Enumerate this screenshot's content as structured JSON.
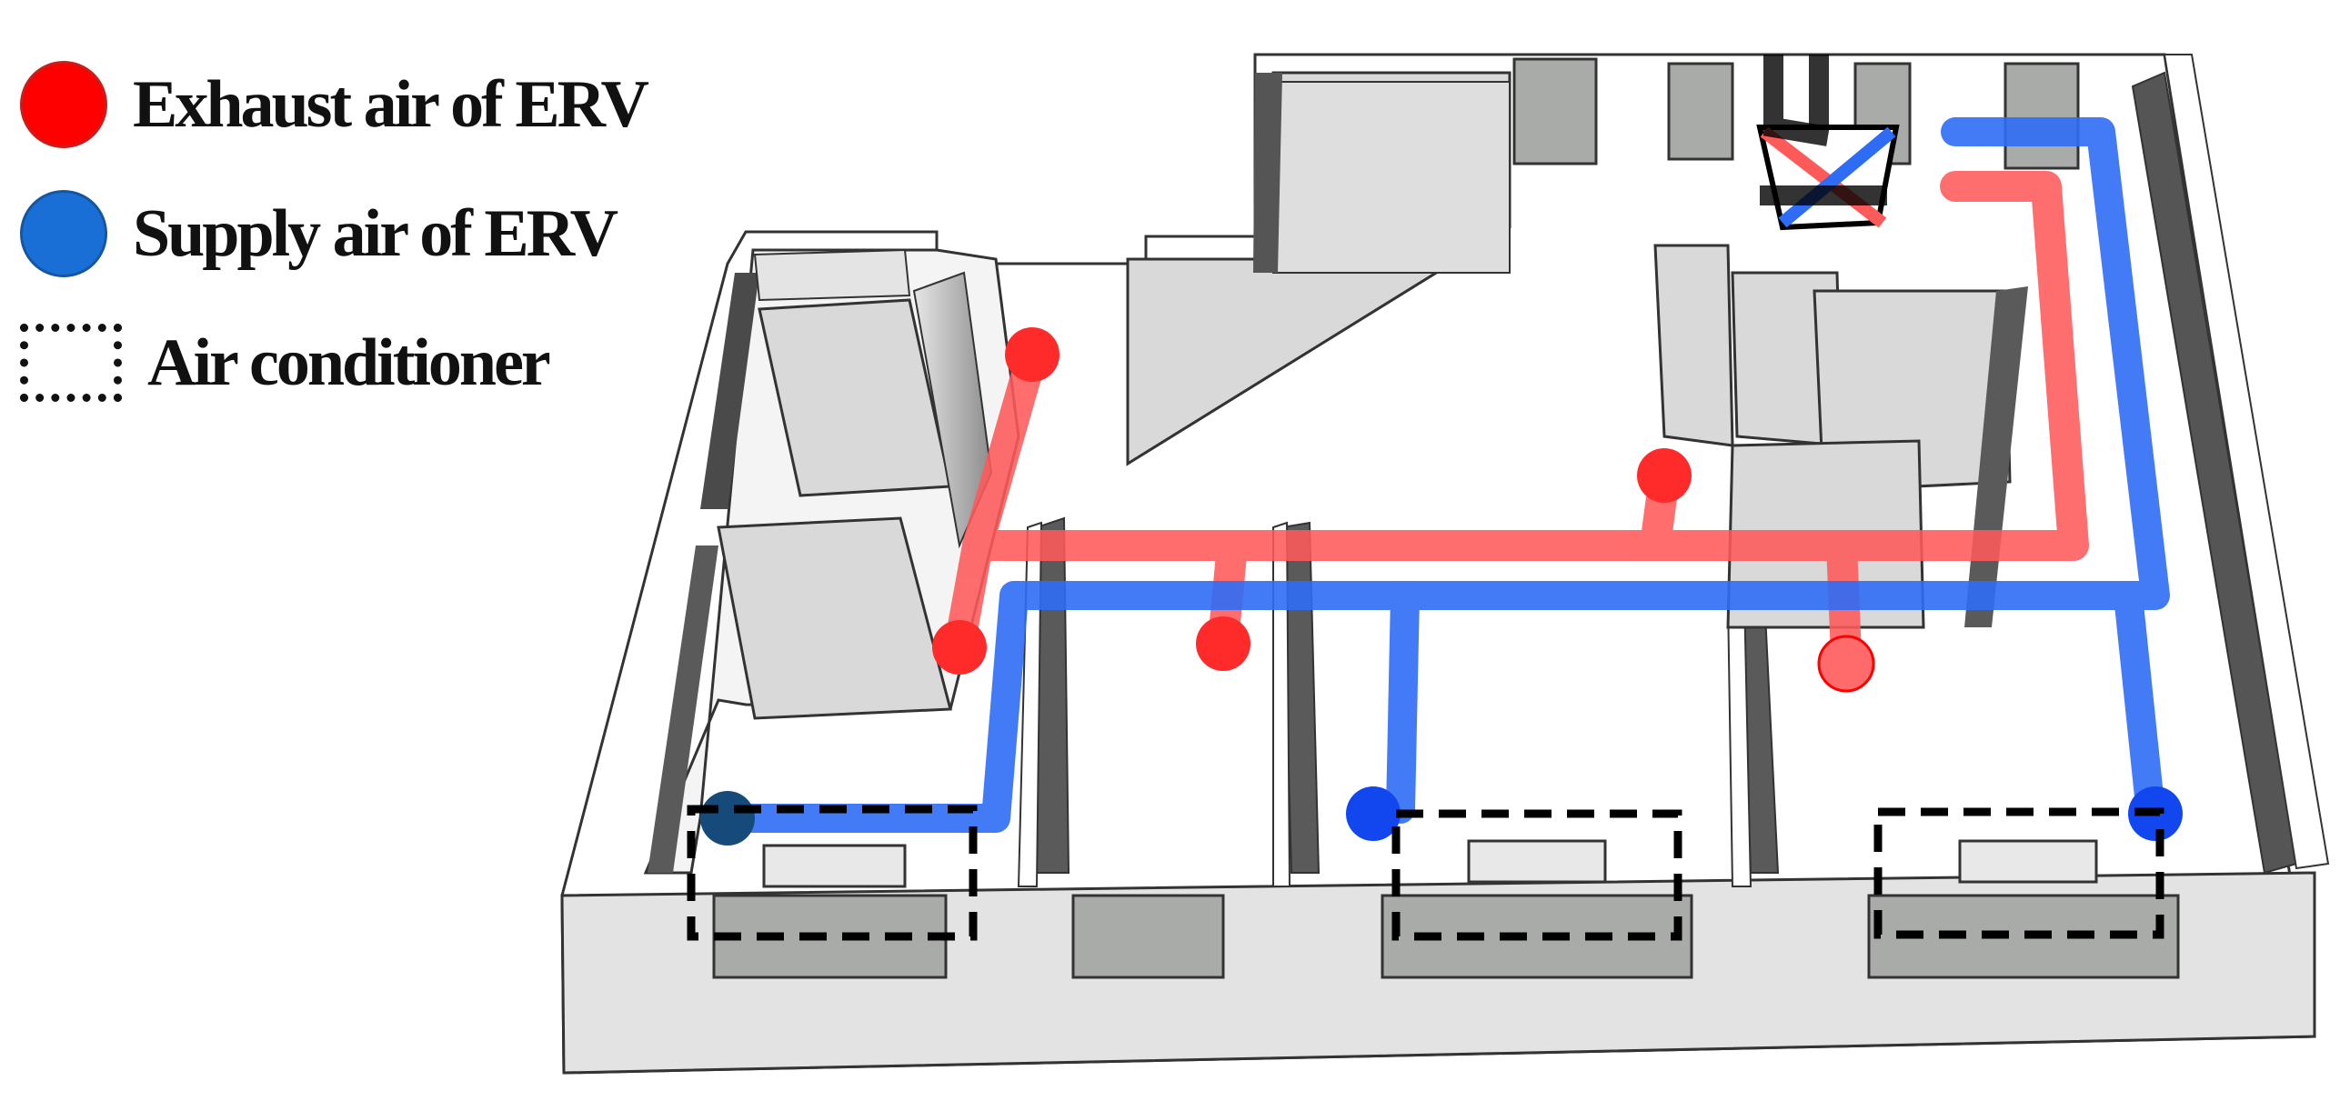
{
  "legend": {
    "exhaust": {
      "label": "Exhaust air of ERV",
      "color": "#ff0000",
      "stroke": "#c81e1e"
    },
    "supply": {
      "label": "Supply air of ERV",
      "color": "#1a6fd6",
      "stroke": "#16559f"
    },
    "ac": {
      "label": "Air conditioner"
    }
  },
  "colors": {
    "exhaust_duct": "#ff5a5a",
    "supply_duct": "#2f6cf5",
    "wall_top": "#ffffff",
    "wall_face": "#d9d9d9",
    "wall_shadow": "#5e5e5e",
    "floor": "#ffffff",
    "window_glass": "#a9aba9"
  },
  "icons": [
    "erv-unit-icon",
    "air-conditioner-icon",
    "window-icon"
  ]
}
